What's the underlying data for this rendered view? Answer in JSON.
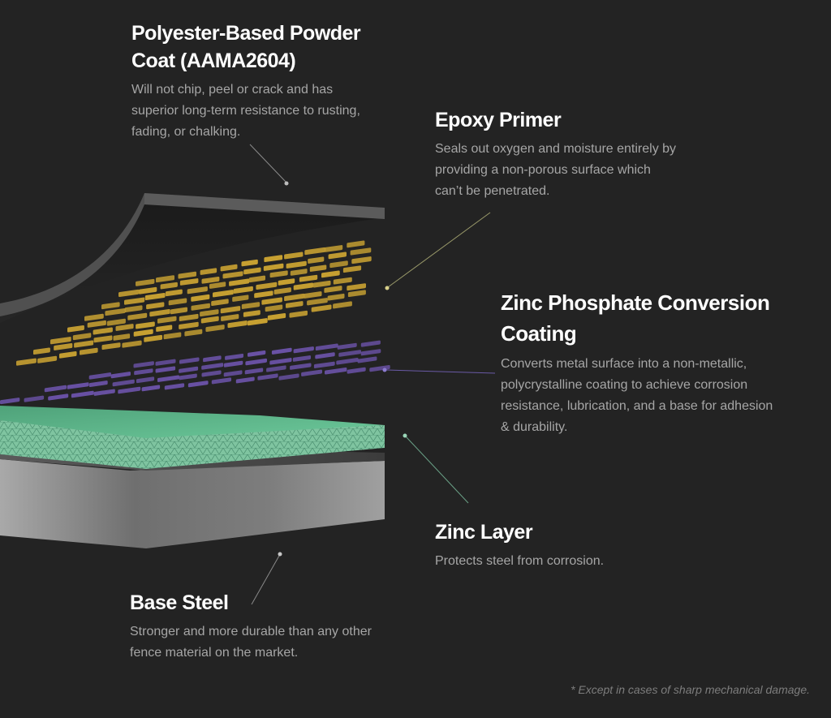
{
  "layers": {
    "powder_coat": {
      "title": "Polyester-Based Powder Coat (AAMA2604)",
      "description": "Will not chip, peel or crack and has superior long-term resistance to rusting, fading, or chalking."
    },
    "epoxy_primer": {
      "title": "Epoxy Primer",
      "description": "Seals out oxygen and moisture entirely by providing a non-porous surface which can’t be penetrated."
    },
    "zinc_phosphate": {
      "title": "Zinc Phosphate Conversion Coating",
      "description": "Converts metal surface into a non-metallic, polycrystalline coating to achieve corrosion resistance, lubrication, and a base for adhesion & durability."
    },
    "zinc_layer": {
      "title": "Zinc Layer",
      "description": "Protects steel from corrosion."
    },
    "base_steel": {
      "title": "Base Steel",
      "description": "Stronger and more durable than any other fence material on the market."
    }
  },
  "footnote": "* Except in cases of sharp mechanical damage.",
  "colors": {
    "background": "#232323",
    "powder_coat": "#4a4a4a",
    "zinc_phosphate_flakes": "#c9a232",
    "epoxy_flakes": "#6a52a6",
    "zinc_layer": "#5fb88a",
    "base_steel": "#8a8a8a"
  }
}
